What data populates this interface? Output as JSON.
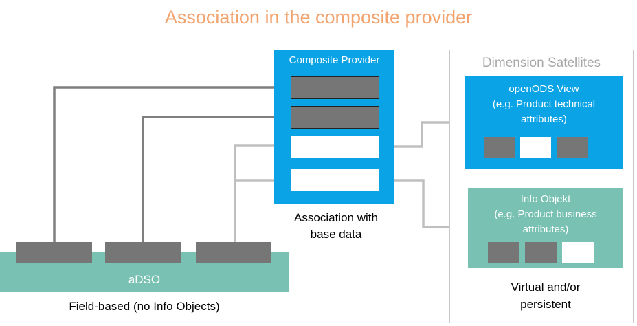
{
  "title": "Association in the composite provider",
  "adso": {
    "label": "aDSO",
    "caption": "Field-based (no Info Objects)"
  },
  "composite_provider": {
    "title": "Composite Provider",
    "caption_line1": "Association with",
    "caption_line2": "base data"
  },
  "dimension_satellites": {
    "title": "Dimension Satellites",
    "open_ods": {
      "line1": "openODS View",
      "line2": "(e.g. Product technical",
      "line3": "attributes)"
    },
    "info_object": {
      "line1": "Info Objekt",
      "line2": "(e.g. Product business",
      "line3": "attributes)"
    },
    "caption_line1": "Virtual and/or",
    "caption_line2": "persistent"
  },
  "colors": {
    "title": "#f2a36e",
    "blue": "#0aa3e6",
    "teal": "#78c1b3",
    "dark_field": "#767676",
    "dark_arrow": "#7f7f7f",
    "light_arrow": "#bfbfbf",
    "frame": "#c9c9c9"
  }
}
